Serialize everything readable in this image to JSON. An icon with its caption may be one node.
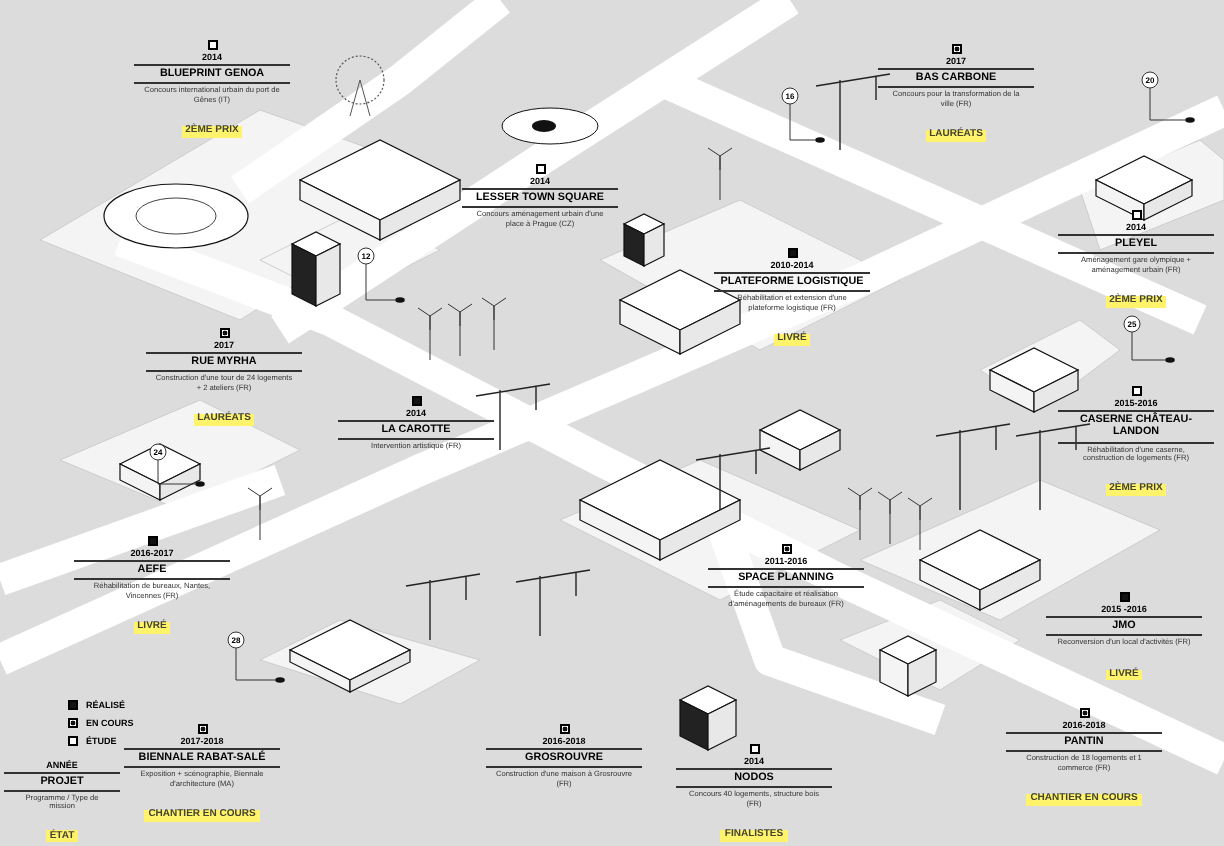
{
  "diagram": {
    "nodes": [
      {
        "text": [
          "2014",
          "BLUEPRINT GENOA",
          "Concours international urbain du port de Gênes (IT)",
          "2ÈME PRIX"
        ]
      },
      {
        "text": [
          "2017",
          "BAS CARBONE",
          "Concours pour la transformation de la ville (FR)",
          "LAURÉATS"
        ]
      },
      {
        "text": [
          "2014",
          "LESSER TOWN SQUARE",
          "Concours aménagement urbain d'une place à Prague (CZ)"
        ]
      },
      {
        "text": [
          "2014",
          "PLEYEL",
          "Aménagement gare olympique + aménagement urbain (FR)",
          "2ÈME PRIX"
        ]
      },
      {
        "text": [
          "2010-2014",
          "PLATEFORME LOGISTIQUE",
          "Réhabilitation et extension d'une plateforme logistique (FR)",
          "LIVRÉ"
        ]
      },
      {
        "text": [
          "2017",
          "RUE MYRHA",
          "Construction d'une tour de 24 logements + 2 ateliers (FR)",
          "LAURÉATS"
        ]
      },
      {
        "text": [
          "2014",
          "LA CAROTTE",
          "Intervention artistique (FR)"
        ]
      },
      {
        "text": [
          "2015-2016",
          "CASERNE CHÂTEAU-LANDON",
          "Réhabilitation d'une caserne, construction de logements (FR)",
          "2ÈME PRIX"
        ]
      },
      {
        "text": [
          "2016-2017",
          "AEFE",
          "Réhabilitation de bureaux, Nantes, Vincennes (FR)",
          "LIVRÉ"
        ]
      },
      {
        "text": [
          "2011-2016",
          "SPACE PLANNING",
          "Étude capacitaire et réalisation d'aménagements de bureaux (FR)"
        ]
      },
      {
        "text": [
          "2015 -2016",
          "JMO",
          "Reconversion d'un local d'activités (FR)",
          "LIVRÉ"
        ]
      },
      {
        "text": [
          "2016-2018",
          "PANTIN",
          "Construction de 18 logements et 1 commerce (FR)",
          "CHANTIER EN COURS"
        ]
      },
      {
        "text": [
          "2017-2018",
          "BIENNALE RABAT-SALÉ",
          "Exposition + scénographie, Biennale d'architecture (MA)",
          "CHANTIER EN COURS"
        ]
      },
      {
        "text": [
          "2016-2018",
          "GROSROUVRE",
          "Construction d'une maison à Grosrouvre (FR)"
        ]
      },
      {
        "text": [
          "2014",
          "NODOS",
          "Concours 40 logements, structure bois (FR)",
          "FINALISTES"
        ]
      },
      {
        "text": [
          "16"
        ]
      },
      {
        "text": [],
        "shape": "circle"
      },
      {
        "text": [
          "20"
        ]
      },
      {
        "text": [],
        "shape": "circle"
      },
      {
        "text": [
          "12"
        ]
      },
      {
        "text": [],
        "shape": "circle"
      },
      {
        "text": [
          "24"
        ]
      },
      {
        "text": [],
        "shape": "circle"
      },
      {
        "text": [
          "25"
        ]
      },
      {
        "text": [],
        "shape": "circle"
      },
      {
        "text": [
          "28"
        ]
      },
      {
        "text": [],
        "shape": "circle"
      }
    ],
    "edges": [
      {
        "from": 15,
        "to": 16,
        "arrow": "none"
      },
      {
        "from": 17,
        "to": 18,
        "arrow": "none"
      },
      {
        "from": 19,
        "to": 20,
        "arrow": "none"
      },
      {
        "from": 21,
        "to": 22,
        "arrow": "none"
      },
      {
        "from": 23,
        "to": 24,
        "arrow": "none"
      },
      {
        "from": 25,
        "to": 26,
        "arrow": "none"
      }
    ],
    "labels": [
      "ANNÉE",
      "PROJET",
      "Programme / Type de mission",
      "ÉTAT"
    ],
    "legend": [
      {
        "text": "RÉALISÉ"
      },
      {
        "text": "EN COURS"
      },
      {
        "text": "ÉTUDE"
      }
    ]
  }
}
